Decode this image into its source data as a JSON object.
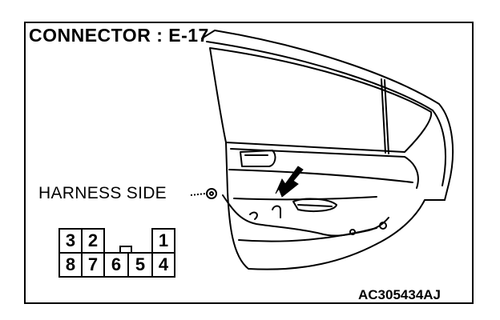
{
  "title": "CONNECTOR : E-17",
  "harness_label": "HARNESS SIDE",
  "figure_code": "AC305434AJ",
  "connector": {
    "top_row": [
      "3",
      "2",
      "",
      "",
      "1"
    ],
    "bottom_row": [
      "8",
      "7",
      "6",
      "5",
      "4"
    ]
  }
}
